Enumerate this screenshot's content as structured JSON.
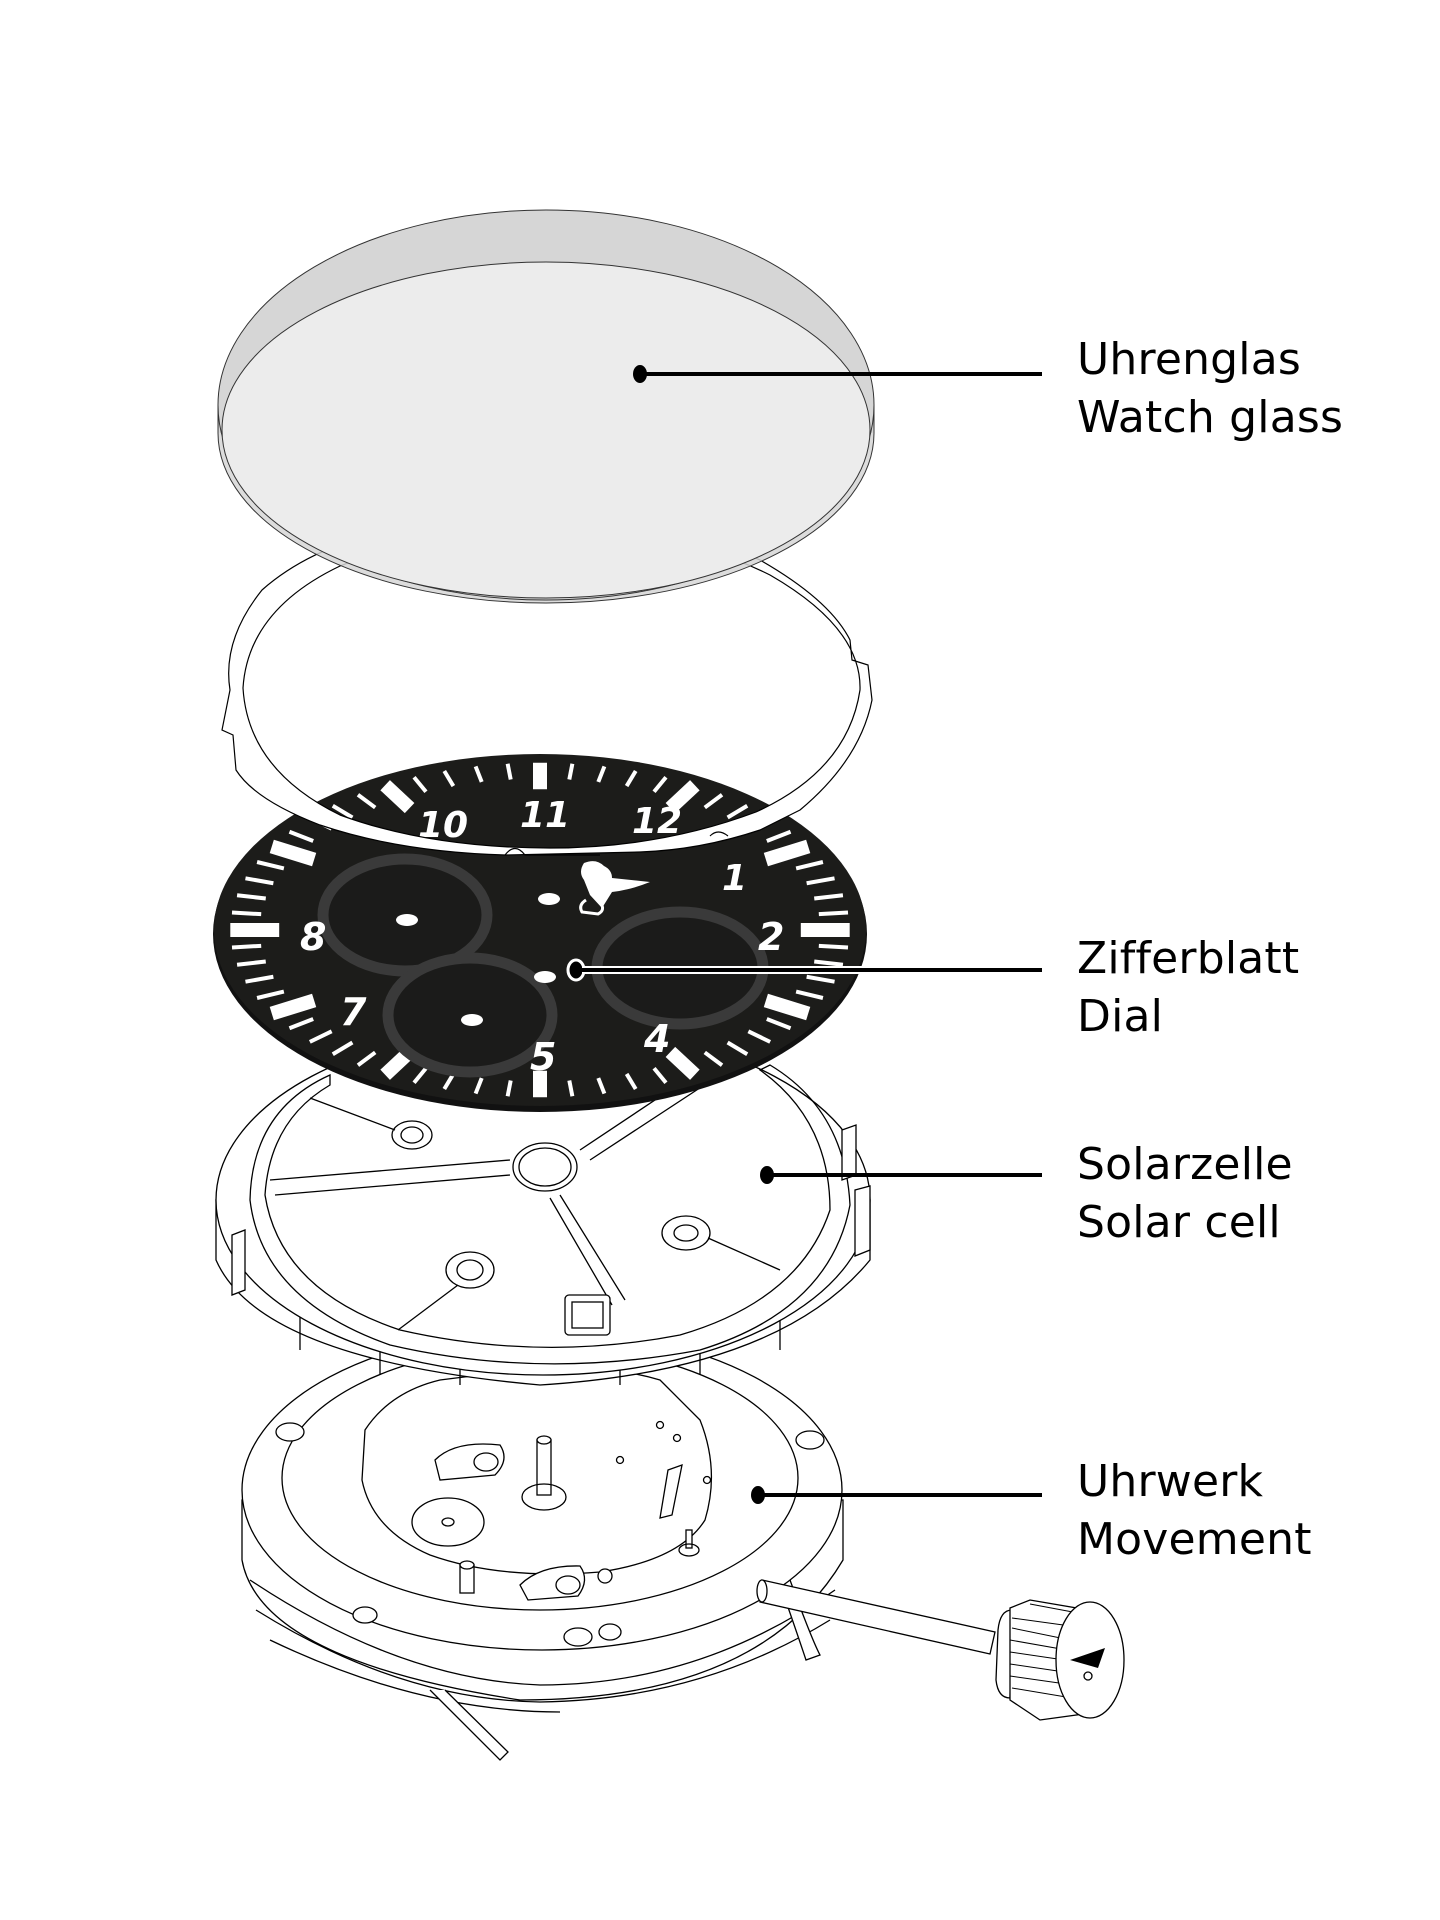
{
  "diagram": {
    "type": "exploded-view",
    "subject": "Watch assembly",
    "colors": {
      "background": "#ffffff",
      "line": "#000000",
      "glass_face": "#ececec",
      "glass_rim": "#d6d6d6",
      "dial": "#1c1c1a",
      "subdial_ring": "#3a3a3a",
      "dial_markings": "#ffffff"
    },
    "callouts": [
      {
        "id": "glass",
        "label_de": "Uhrenglas",
        "label_en": "Watch glass"
      },
      {
        "id": "dial",
        "label_de": "Zifferblatt",
        "label_en": "Dial"
      },
      {
        "id": "solar",
        "label_de": "Solarzelle",
        "label_en": "Solar cell"
      },
      {
        "id": "movement",
        "label_de": "Uhrwerk",
        "label_en": "Movement"
      }
    ],
    "dial_numerals": [
      "10",
      "11",
      "12",
      "1",
      "2",
      "4",
      "5",
      "7",
      "8"
    ]
  }
}
